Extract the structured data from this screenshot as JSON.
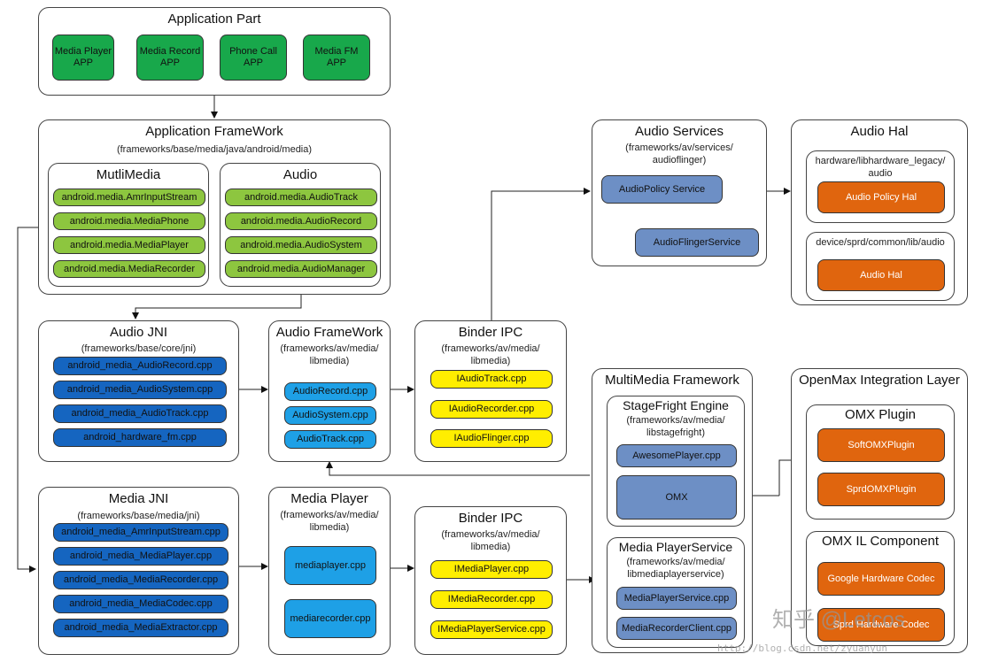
{
  "app_part": {
    "title": "Application Part",
    "apps": [
      "Media Player\nAPP",
      "Media Record\nAPP",
      "Phone Call\nAPP",
      "Media FM\nAPP"
    ]
  },
  "app_framework": {
    "title": "Application FrameWork",
    "path": "(frameworks/base/media/java/android/media)",
    "multimedia": {
      "title": "MutliMedia",
      "items": [
        "android.media.AmrInputStream",
        "android.media.MediaPhone",
        "android.media.MediaPlayer",
        "android.media.MediaRecorder"
      ]
    },
    "audio": {
      "title": "Audio",
      "items": [
        "android.media.AudioTrack",
        "android.media.AudioRecord",
        "android.media.AudioSystem",
        "android.media.AudioManager"
      ]
    }
  },
  "audio_services": {
    "title": "Audio Services",
    "path": "(frameworks/av/services/\naudioflinger)",
    "items": [
      "AudioPolicy Service",
      "AudioFlingerService"
    ]
  },
  "audio_hal": {
    "title": "Audio Hal",
    "legacy_path": "hardware/libhardware_legacy/\naudio",
    "legacy_item": "Audio Policy Hal",
    "device_path": "device/sprd/common/lib/audio",
    "device_item": "Audio Hal"
  },
  "audio_jni": {
    "title": "Audio JNI",
    "path": "(frameworks/base/core/jni)",
    "items": [
      "android_media_AudioRecord.cpp",
      "android_media_AudioSystem.cpp",
      "android_media_AudioTrack.cpp",
      "android_hardware_fm.cpp"
    ]
  },
  "audio_framework": {
    "title": "Audio FrameWork",
    "path": "(frameworks/av/media/\nlibmedia)",
    "items": [
      "AudioRecord.cpp",
      "AudioSystem.cpp",
      "AudioTrack.cpp"
    ]
  },
  "binder_ipc_1": {
    "title": "Binder IPC",
    "path": "(frameworks/av/media/\nlibmedia)",
    "items": [
      "IAudioTrack.cpp",
      "IAudioRecorder.cpp",
      "IAudioFlinger.cpp"
    ]
  },
  "multimedia_framework": {
    "title": "MultiMedia Framework",
    "stagefright": {
      "title": "StageFright Engine",
      "path": "(frameworks/av/media/\nlibstagefright)",
      "items": [
        "AwesomePlayer.cpp",
        "OMX"
      ]
    },
    "media_player_service": {
      "title": "Media PlayerService",
      "path": "(frameworks/av/media/\nlibmediaplayerservice)",
      "items": [
        "MediaPlayerService.cpp",
        "MediaRecorderClient.cpp"
      ]
    }
  },
  "openmax": {
    "title": "OpenMax Integration Layer",
    "plugin": {
      "title": "OMX Plugin",
      "items": [
        "SoftOMXPlugin",
        "SprdOMXPlugin"
      ]
    },
    "component": {
      "title": "OMX IL Component",
      "items": [
        "Google Hardware Codec",
        "Sprd Hardware Codec"
      ]
    }
  },
  "media_jni": {
    "title": "Media JNI",
    "path": "(frameworks/base/media/jni)",
    "items": [
      "android_media_AmrInputStream.cpp",
      "android_media_MediaPlayer.cpp",
      "android_media_MediaRecorder.cpp",
      "android_media_MediaCodec.cpp",
      "android_media_MediaExtractor.cpp"
    ]
  },
  "media_player": {
    "title": "Media Player",
    "path": "(frameworks/av/media/\nlibmedia)",
    "items": [
      "mediaplayer.cpp",
      "mediarecorder.cpp"
    ]
  },
  "binder_ipc_2": {
    "title": "Binder IPC",
    "path": "(frameworks/av/media/\nlibmedia)",
    "items": [
      "IMediaPlayer.cpp",
      "IMediaRecorder.cpp",
      "IMediaPlayerService.cpp"
    ]
  },
  "watermark": {
    "text": "知乎 @Letcos",
    "url": "http://blog.csdn.net/zyuanyun"
  }
}
